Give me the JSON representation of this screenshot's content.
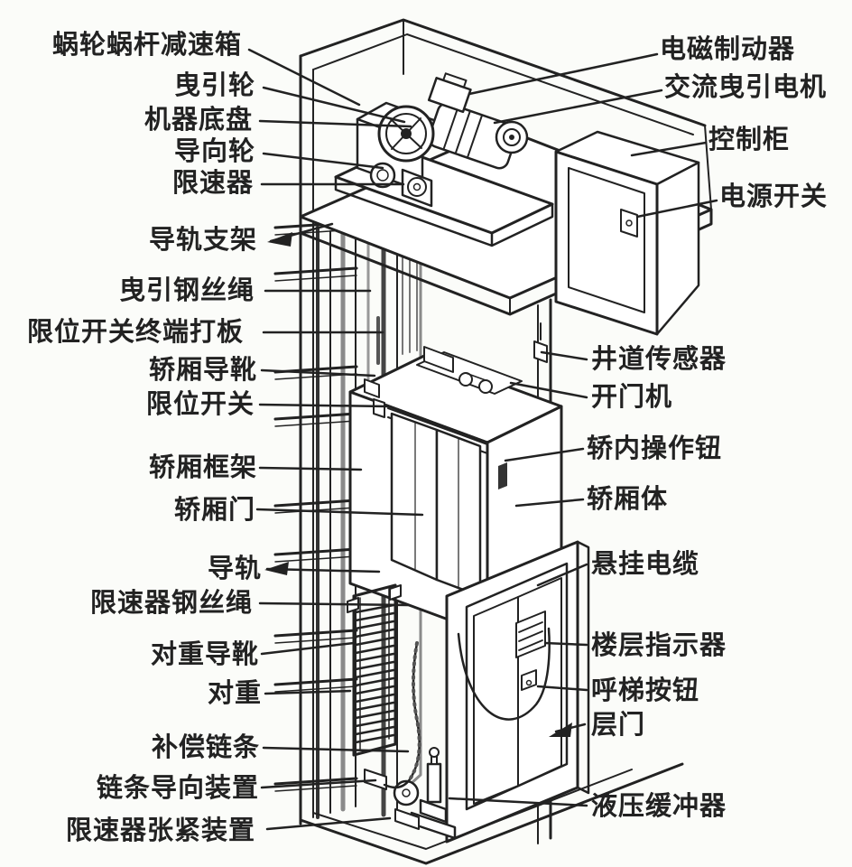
{
  "diagram": {
    "kind": "elevator-structure-cutaway",
    "background_color": "#fbfcf9",
    "line_color": "#222222",
    "rope_color": "#8a8a8a"
  },
  "labels": {
    "left": [
      {
        "id": "worm-gear-reducer",
        "text": "蜗轮蜗杆减速箱"
      },
      {
        "id": "traction-sheave",
        "text": "曳引轮"
      },
      {
        "id": "machine-chassis",
        "text": "机器底盘"
      },
      {
        "id": "deflector-wheel",
        "text": "导向轮"
      },
      {
        "id": "speed-governor",
        "text": "限速器"
      },
      {
        "id": "guide-rail-bracket",
        "text": "导轨支架"
      },
      {
        "id": "traction-wire-rope",
        "text": "曳引钢丝绳"
      },
      {
        "id": "limit-switch-cam-plate",
        "text": "限位开关终端打板"
      },
      {
        "id": "car-guide-shoe",
        "text": "轿厢导靴"
      },
      {
        "id": "limit-switch",
        "text": "限位开关"
      },
      {
        "id": "car-frame",
        "text": "轿厢框架"
      },
      {
        "id": "car-door",
        "text": "轿厢门"
      },
      {
        "id": "guide-rail",
        "text": "导轨"
      },
      {
        "id": "governor-wire-rope",
        "text": "限速器钢丝绳"
      },
      {
        "id": "counterweight-guide-shoe",
        "text": "对重导靴"
      },
      {
        "id": "counterweight",
        "text": "对重"
      },
      {
        "id": "compensation-chain",
        "text": "补偿链条"
      },
      {
        "id": "chain-guide-device",
        "text": "链条导向装置"
      },
      {
        "id": "governor-tension-device",
        "text": "限速器张紧装置"
      }
    ],
    "right": [
      {
        "id": "electromagnetic-brake",
        "text": "电磁制动器"
      },
      {
        "id": "ac-traction-motor",
        "text": "交流曳引电机"
      },
      {
        "id": "control-cabinet",
        "text": "控制柜"
      },
      {
        "id": "power-switch",
        "text": "电源开关"
      },
      {
        "id": "hoistway-sensor",
        "text": "井道传感器"
      },
      {
        "id": "door-operator",
        "text": "开门机"
      },
      {
        "id": "car-operating-buttons",
        "text": "轿内操作钮"
      },
      {
        "id": "car-body",
        "text": "轿厢体"
      },
      {
        "id": "suspension-cable",
        "text": "悬挂电缆"
      },
      {
        "id": "floor-indicator",
        "text": "楼层指示器"
      },
      {
        "id": "hall-call-button",
        "text": "呼梯按钮"
      },
      {
        "id": "landing-door",
        "text": "层门"
      },
      {
        "id": "hydraulic-buffer",
        "text": "液压缓冲器"
      }
    ]
  }
}
